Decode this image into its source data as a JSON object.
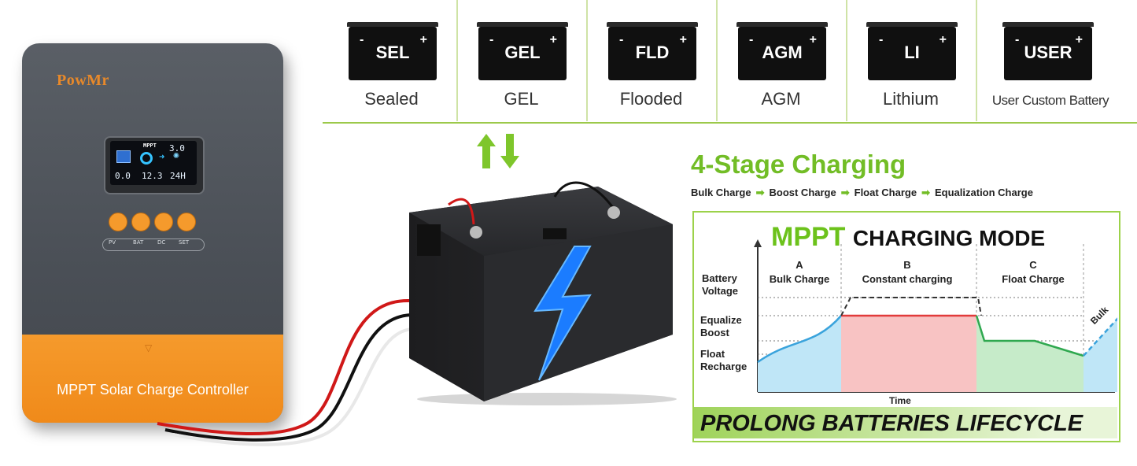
{
  "controller": {
    "brand": "PowMr",
    "lcd": {
      "header": "MPPT",
      "value_top": "3.0",
      "value_left": "0.0",
      "value_mid": "12.3",
      "value_right": "24H"
    },
    "buttons": [
      "PV",
      "BAT",
      "DC",
      "SET"
    ],
    "title": "MPPT Solar Charge Controller"
  },
  "battery_types": [
    {
      "code": "SEL",
      "name": "Sealed"
    },
    {
      "code": "GEL",
      "name": "GEL"
    },
    {
      "code": "FLD",
      "name": "Flooded"
    },
    {
      "code": "AGM",
      "name": "AGM"
    },
    {
      "code": "LI",
      "name": "Lithium"
    },
    {
      "code": "USER",
      "name": "User Custom Battery"
    }
  ],
  "stages": {
    "title": "4-Stage Charging",
    "steps": [
      "Bulk Charge",
      "Boost Charge",
      "Float Charge",
      "Equalization Charge"
    ]
  },
  "mppt_chart": {
    "title_highlight": "MPPT",
    "title_rest": "CHARGING MODE",
    "y_labels": {
      "battery_voltage": "Battery Voltage",
      "equalize_boost": "Equalize Boost",
      "float_recharge": "Float Recharge"
    },
    "phases": [
      {
        "letter": "A",
        "name": "Bulk Charge"
      },
      {
        "letter": "B",
        "name": "Constant charging"
      },
      {
        "letter": "C",
        "name": "Float Charge"
      }
    ],
    "bulk_tag": "Bulk",
    "x_label": "Time",
    "colors": {
      "bulk": "#3aa3dc",
      "constant": "#e23b3b",
      "float": "#2fa84f"
    }
  },
  "banner": "PROLONG BATTERIES LIFECYCLE"
}
